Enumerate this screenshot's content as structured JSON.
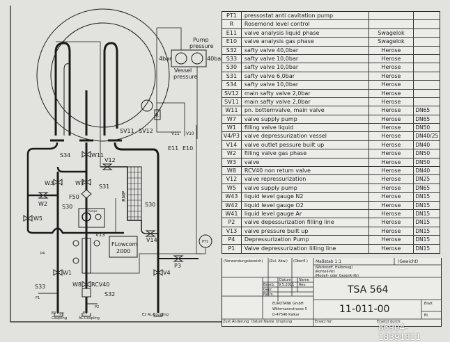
{
  "components": [
    {
      "code": "PT1",
      "description": "pressostat anti cavitation pump",
      "maker": "",
      "dn": ""
    },
    {
      "code": "R",
      "description": "Rosemond level control",
      "maker": "",
      "dn": ""
    },
    {
      "code": "E11",
      "description": "valve analysis liquid phase",
      "maker": "Swagelok",
      "dn": ""
    },
    {
      "code": "E10",
      "description": "valve analysis gas phase",
      "maker": "Swagelok",
      "dn": ""
    },
    {
      "code": "S32",
      "description": "safty valve 40,0bar",
      "maker": "Herose",
      "dn": ""
    },
    {
      "code": "S33",
      "description": "safty valve 10,0bar",
      "maker": "Herose",
      "dn": ""
    },
    {
      "code": "S30",
      "description": "safty valve 10,0bar",
      "maker": "Herose",
      "dn": ""
    },
    {
      "code": "S31",
      "description": "safty valve 6,0bar",
      "maker": "Herose",
      "dn": ""
    },
    {
      "code": "S34",
      "description": "safty valve 10,0bar",
      "maker": "Herose",
      "dn": ""
    },
    {
      "code": "SV12",
      "description": "main safty valve 2,0bar",
      "maker": "Herose",
      "dn": ""
    },
    {
      "code": "SV11",
      "description": "main safty valve 2,0bar",
      "maker": "Herose",
      "dn": ""
    },
    {
      "code": "W11",
      "description": "pn. bottemvalve, main valve",
      "maker": "Herose",
      "dn": "DN65"
    },
    {
      "code": "W7",
      "description": "valve supply pump",
      "maker": "Herose",
      "dn": "DN65"
    },
    {
      "code": "W1",
      "description": "filling valve liquid",
      "maker": "Herose",
      "dn": "DN50"
    },
    {
      "code": "V4/P3",
      "description": "valve depressurization vessel",
      "maker": "Herose",
      "dn": "DN40/25"
    },
    {
      "code": "V14",
      "description": "valve outlet pessure built up",
      "maker": "Herose",
      "dn": "DN40"
    },
    {
      "code": "W2",
      "description": "filling valve gas phase",
      "maker": "Herose",
      "dn": "DN50"
    },
    {
      "code": "W3",
      "description": "valve",
      "maker": "Herose",
      "dn": "DN50"
    },
    {
      "code": "W8",
      "description": "RCV40 non return valve",
      "maker": "Herose",
      "dn": "DN40"
    },
    {
      "code": "V12",
      "description": "valve repressurization",
      "maker": "Herose",
      "dn": "DN25"
    },
    {
      "code": "W5",
      "description": "valve supply pump",
      "maker": "Herose",
      "dn": "DN65"
    },
    {
      "code": "W43",
      "description": "liquid level gauge N2",
      "maker": "Herose",
      "dn": "DN15"
    },
    {
      "code": "W42",
      "description": "liquid level gauge O2",
      "maker": "Herose",
      "dn": "DN15"
    },
    {
      "code": "W41",
      "description": "liquid level gauge Ar",
      "maker": "Herose",
      "dn": "DN15"
    },
    {
      "code": "P2",
      "description": "valve depessurization filling line",
      "maker": "Herose",
      "dn": "DN15"
    },
    {
      "code": "V13",
      "description": "valve pressure built up",
      "maker": "Herose",
      "dn": "DN15"
    },
    {
      "code": "P4",
      "description": "Depressurization Pump",
      "maker": "Herose",
      "dn": "DN15"
    },
    {
      "code": "P1",
      "description": "Valve depressurization lilling line",
      "maker": "Herose",
      "dn": "DN15"
    }
  ],
  "title_block": {
    "usage": "(Verwendungsbereich)",
    "tolerance": "(Zul. Abw.)",
    "surface": "(Oberfl.)",
    "scale": "Maßstab 1:1",
    "weight": "(Gewicht)",
    "material_1": "(Werkstoff, Halbzeug)",
    "material_2": "(Rohteil-Nr)",
    "material_3": "(Modell- oder Gesenk-Nr)",
    "datum": "Datum",
    "name": "Name",
    "bearb": "Bearb.",
    "bearb_date": "9.5.2011",
    "bearb_name": "Reu",
    "gepr": "Gepr.",
    "norm": "Norm.",
    "drawing_title": "TSA 564",
    "company": "EUROTANK GmbH",
    "street": "Wöhrmannstrasse 5",
    "city": "D-47546 Kalkar",
    "drawing_number": "11-011-00",
    "sheet": "Blatt",
    "sheets": "Bl.",
    "zust": "Zust.",
    "aenderung": "Änderung",
    "datum2": "Datum",
    "name2": "Name",
    "ursprung": "Ursprung",
    "ersatz_fuer": "Ersatz für:",
    "ersetzt_durch": "Ersetzt durch:"
  },
  "labels": {
    "pump_pressure_1": "Pump",
    "pump_pressure_2": "pressure",
    "bar4": "4bar",
    "bar40": "40bar",
    "vessel_pressure_1": "Vessel",
    "vessel_pressure_2": "pressure",
    "R": "R",
    "V11": "V11",
    "V10": "V10",
    "E11": "E11",
    "E10": "E10",
    "SV11": "SV11",
    "SV12": "SV12",
    "S34": "S34",
    "W11": "W11",
    "V12": "V12",
    "W3": "W3",
    "W7": "W7",
    "S31": "S31",
    "F50": "F50",
    "W2": "W2",
    "S30a": "S30",
    "S30b": "S30",
    "W5": "W5",
    "pumpe": "Pumpe",
    "RMP": "RMP",
    "V14": "V14",
    "V13": "V13",
    "P4": "P4",
    "flowcom_1": "FLowcom",
    "flowcom_2": "2000",
    "PT1": "PT1",
    "P3": "P3",
    "V4": "V4",
    "W1": "W1",
    "S33": "S33",
    "W8": "W8",
    "RCV40": "RCV40",
    "S32": "S32",
    "P1": "P1",
    "P2": "P2",
    "E3_1": "E3 Ego",
    "E3_2": "Coupling",
    "E4_1": "E4",
    "E4_2": "AL-Coupling",
    "E2": "E2 AL-Coupling"
  },
  "watermark": "86904-18391811"
}
